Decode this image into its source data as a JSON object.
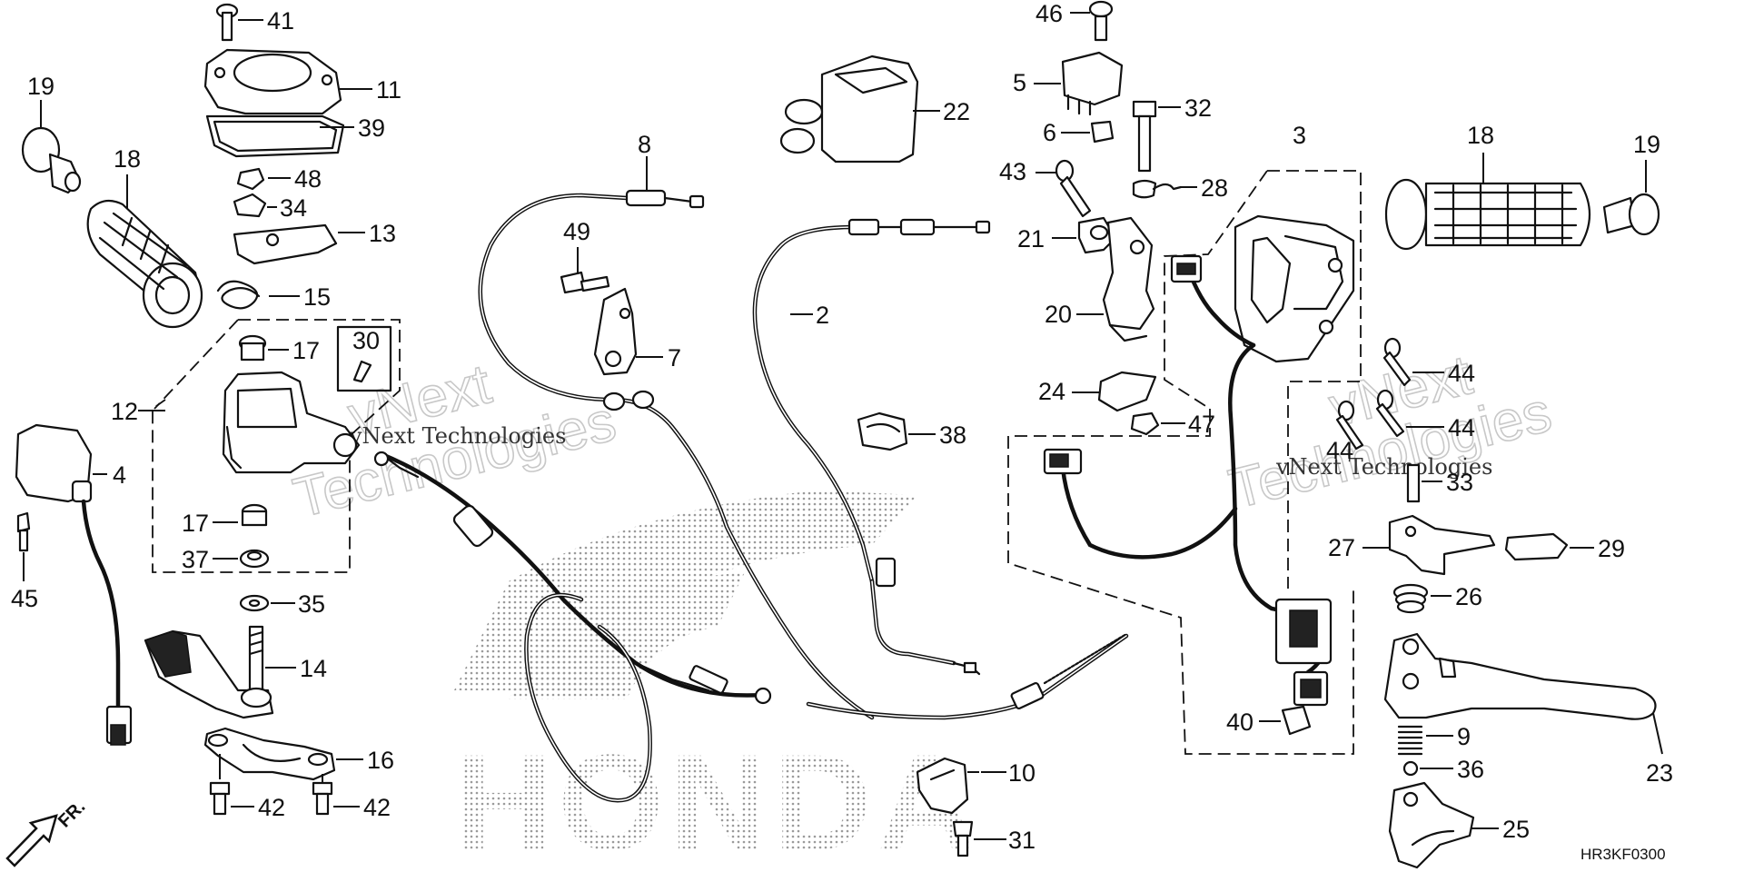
{
  "callouts": {
    "c41": "41",
    "c11": "11",
    "c39": "39",
    "c19l": "19",
    "c18l": "18",
    "c48": "48",
    "c34": "34",
    "c13": "13",
    "c15": "15",
    "c17a": "17",
    "c30": "30",
    "c12": "12",
    "c4": "4",
    "c17b": "17",
    "c37": "37",
    "c45": "45",
    "c35": "35",
    "c14": "14",
    "c16": "16",
    "c42a": "42",
    "c42b": "42",
    "c8": "8",
    "c49": "49",
    "c7": "7",
    "c2": "2",
    "c22": "22",
    "c38": "38",
    "c10": "10",
    "c31": "31",
    "c46": "46",
    "c5": "5",
    "c6": "6",
    "c32": "32",
    "c43": "43",
    "c28": "28",
    "c21": "21",
    "c20": "20",
    "c24": "24",
    "c47": "47",
    "c3": "3",
    "c18r": "18",
    "c19r": "19",
    "c44a": "44",
    "c44b": "44",
    "c44c": "44",
    "c33": "33",
    "c27": "27",
    "c29": "29",
    "c26": "26",
    "c9": "9",
    "c36": "36",
    "c23": "23",
    "c25": "25",
    "c40": "40"
  },
  "watermarks": {
    "wm_left_big_1": "vNext",
    "wm_left_big_2": "Technologies",
    "wm_left_small": "vNext Technologies",
    "wm_right_big_1": "vNext",
    "wm_right_big_2": "Technologies",
    "wm_right_small": "vNext Technologies"
  },
  "logo_text": "HONDA",
  "direction_label": "FR.",
  "diagram_code": "HR3KF0300"
}
